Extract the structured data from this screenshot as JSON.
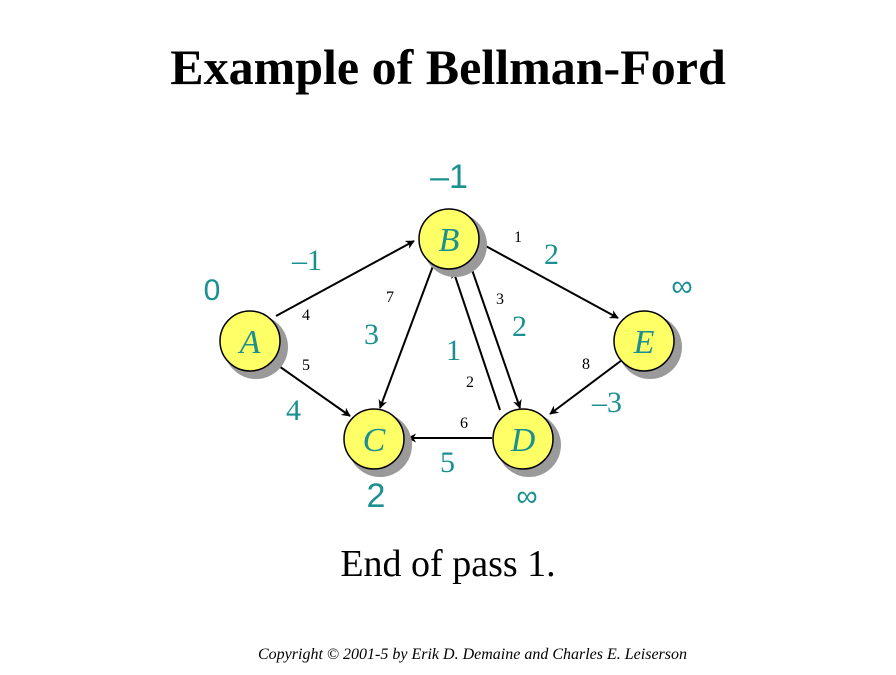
{
  "title": "Example of Bellman-Ford",
  "caption": "End of pass 1.",
  "copyright": "Copyright © 2001-5 by Erik D. Demaine and Charles E. Leiserson",
  "colors": {
    "node_fill": "#ffff66",
    "node_shadow": "#9a9a9a",
    "accent": "#1a9090",
    "edge": "#000000"
  },
  "nodes": [
    {
      "id": "A",
      "label": "A",
      "dist": "0"
    },
    {
      "id": "B",
      "label": "B",
      "dist": "–1"
    },
    {
      "id": "C",
      "label": "C",
      "dist": "2"
    },
    {
      "id": "D",
      "label": "D",
      "dist": "∞"
    },
    {
      "id": "E",
      "label": "E",
      "dist": "∞"
    }
  ],
  "edges": [
    {
      "from": "A",
      "to": "B",
      "weight": "4",
      "relaxation": "–1"
    },
    {
      "from": "A",
      "to": "C",
      "weight": "5",
      "relaxation": "4"
    },
    {
      "from": "B",
      "to": "C",
      "weight": "7",
      "relaxation": "3"
    },
    {
      "from": "B",
      "to": "E",
      "weight": "1",
      "relaxation": "2"
    },
    {
      "from": "B",
      "to": "D",
      "weight": "3",
      "relaxation": "2"
    },
    {
      "from": "D",
      "to": "B",
      "weight": "2",
      "relaxation": "1"
    },
    {
      "from": "D",
      "to": "C",
      "weight": "6",
      "relaxation": "5"
    },
    {
      "from": "E",
      "to": "D",
      "weight": "8",
      "relaxation": "–3"
    }
  ]
}
